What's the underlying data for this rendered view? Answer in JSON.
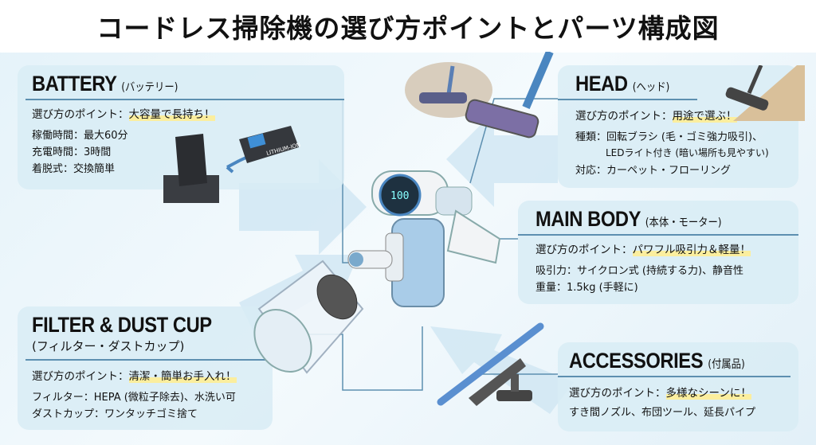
{
  "title": "コードレス掃除機の選び方ポイントとパーツ構成図",
  "point_label": "選び方のポイント：",
  "battery": {
    "heading": "BATTERY",
    "sub": "(バッテリー)",
    "point": "大容量で長持ち！",
    "lines": [
      "稼働時間：最大60分",
      "充電時間：3時間",
      "着脱式：交換簡単"
    ],
    "label": "LITHIUM-ION"
  },
  "head": {
    "heading": "HEAD",
    "sub": "(ヘッド)",
    "point": "用途で選ぶ！",
    "lines": [
      "種類：回転ブラシ (毛・ゴミ強力吸引)、",
      "LEDライト付き (暗い場所も見やすい)",
      "対応：カーペット・フローリング"
    ]
  },
  "main_body": {
    "heading": "MAIN BODY",
    "sub": "(本体・モーター)",
    "point": "パワフル吸引力＆軽量！",
    "lines": [
      "吸引力：サイクロン式 (持続する力)、静音性",
      "重量：1.5kg (手軽に)"
    ],
    "display": "100"
  },
  "filter": {
    "heading": "FILTER & DUST CUP",
    "sub": "(フィルター・ダストカップ)",
    "point": "清潔・簡単お手入れ！",
    "lines": [
      "フィルター：HEPA (微粒子除去)、水洗い可",
      "ダストカップ：ワンタッチゴミ捨て"
    ]
  },
  "accessories": {
    "heading": "ACCESSORIES",
    "sub": "(付属品)",
    "point": "多様なシーンに！",
    "lines": [
      "すき間ノズル、布団ツール、延長パイプ"
    ]
  },
  "colors": {
    "accent": "#4a86c0",
    "highlight": "#fbee9e",
    "rule": "#5d8fb0"
  }
}
